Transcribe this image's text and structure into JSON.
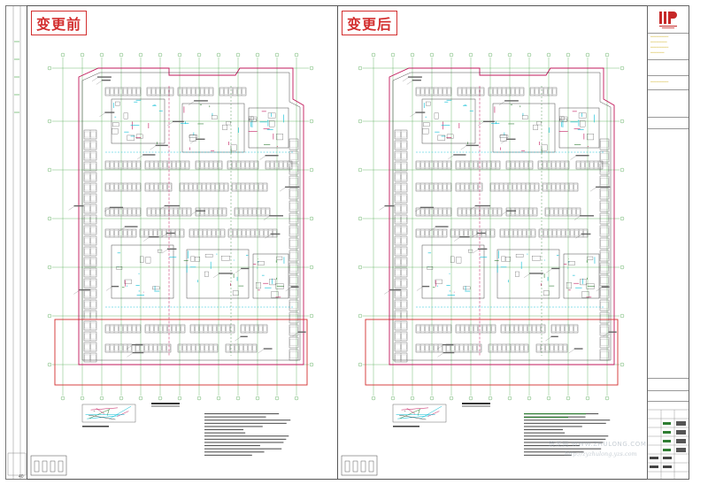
{
  "panels": [
    {
      "title": "变更前"
    },
    {
      "title": "变更后"
    }
  ],
  "watermark": {
    "line1": "筑龙网 WWW.ZHULONG.COM",
    "line2": "http://zyzhulong.yzs.com"
  },
  "colors": {
    "change_mark": "#d32f2f",
    "outline": "#c2185b",
    "grid": "#3a9d3a",
    "cyan": "#00bcd4",
    "linework": "#222222",
    "parking": "#333333"
  },
  "icons": [
    "company-logo-icon"
  ]
}
